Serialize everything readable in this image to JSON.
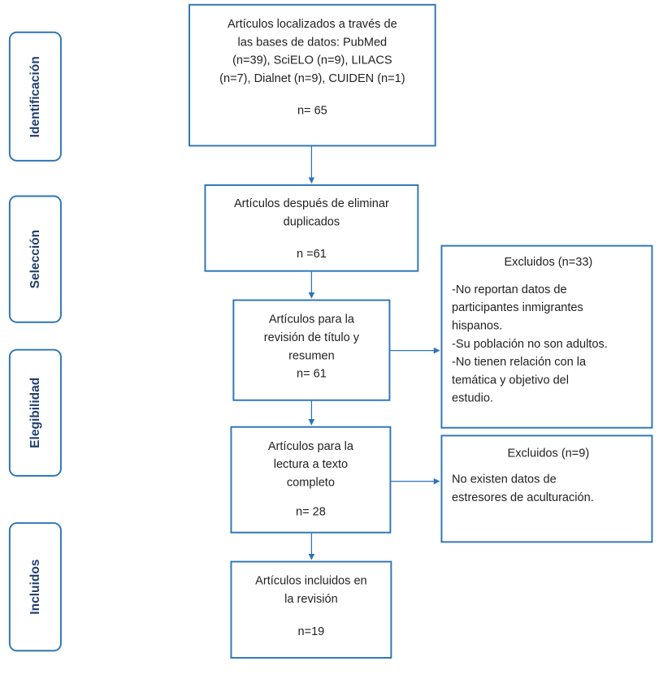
{
  "phases": {
    "identificacion": "Identificación",
    "seleccion": "Selección",
    "elegibilidad": "Elegibilidad",
    "incluidos": "Incluidos"
  },
  "boxes": {
    "identified": {
      "lines": [
        "Artículos localizados a través de",
        "las bases de datos: PubMed",
        "(n=39), SciELO (n=9), LILACS",
        "(n=7), Dialnet (n=9), CUIDEN (n=1)"
      ],
      "count": "n= 65"
    },
    "deduplicated": {
      "lines": [
        "Artículos después de eliminar",
        "duplicados"
      ],
      "count": "n =61"
    },
    "screening": {
      "lines": [
        "Artículos para la",
        "revisión de título y",
        "resumen"
      ],
      "count": "n= 61"
    },
    "fulltext": {
      "lines": [
        "Artículos para la",
        "lectura a texto",
        "completo"
      ],
      "count": "n= 28"
    },
    "included": {
      "lines": [
        "Artículos incluidos en",
        "la revisión"
      ],
      "count": "n=19"
    },
    "excluded_1": {
      "title": "Excluidos (n=33)",
      "lines": [
        "-No reportan datos de",
        "participantes inmigrantes",
        "hispanos.",
        "-Su población no son adultos.",
        "-No tienen relación con la",
        "temática y objetivo del",
        "estudio."
      ]
    },
    "excluded_2": {
      "title": "Excluidos (n=9)",
      "lines": [
        "No existen datos de",
        "estresores de aculturación."
      ]
    }
  },
  "colors": {
    "border": "#2E75B6",
    "phase_text": "#1f3f6e"
  }
}
